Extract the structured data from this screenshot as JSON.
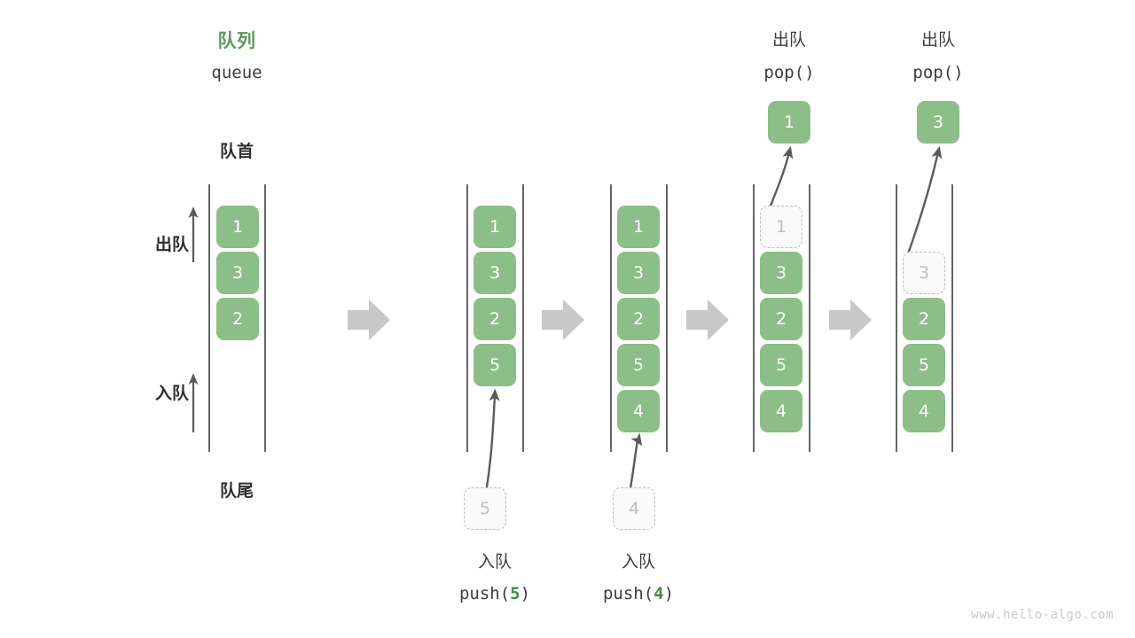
{
  "diagram": {
    "title_cn": "队列",
    "title_en": "queue",
    "front_label": "队首",
    "rear_label": "队尾",
    "dequeue_side_label": "出队",
    "enqueue_side_label": "入队",
    "watermark": "www.hello-algo.com",
    "colors": {
      "accent_green": "#8cbe87",
      "title_green": "#5a9b58",
      "arg_green": "#3f8f3d",
      "rail": "#4a4a4a",
      "ghost_border": "#bdbdbd",
      "ghost_fill": "#fafafa",
      "ghost_text": "#bdbdbd",
      "step_arrow": "#c8c8c8",
      "motion_arrow": "#5b5b5b",
      "text": "#3c3c3c",
      "watermark": "#c9c9c9"
    }
  },
  "columns": [
    {
      "id": "initial",
      "caption_cn": "",
      "caption_code": "",
      "cells": [
        {
          "value": "1",
          "state": "filled"
        },
        {
          "value": "3",
          "state": "filled"
        },
        {
          "value": "2",
          "state": "filled"
        }
      ],
      "floating_cell": null,
      "popped_cell": null
    },
    {
      "id": "push-5",
      "caption_cn": "入队",
      "caption_code": "push(5)",
      "caption_arg": "5",
      "cells": [
        {
          "value": "1",
          "state": "filled"
        },
        {
          "value": "3",
          "state": "filled"
        },
        {
          "value": "2",
          "state": "filled"
        },
        {
          "value": "5",
          "state": "filled"
        }
      ],
      "floating_cell": {
        "value": "5",
        "state": "ghost"
      },
      "popped_cell": null
    },
    {
      "id": "push-4",
      "caption_cn": "入队",
      "caption_code": "push(4)",
      "caption_arg": "4",
      "cells": [
        {
          "value": "1",
          "state": "filled"
        },
        {
          "value": "3",
          "state": "filled"
        },
        {
          "value": "2",
          "state": "filled"
        },
        {
          "value": "5",
          "state": "filled"
        },
        {
          "value": "4",
          "state": "filled"
        }
      ],
      "floating_cell": {
        "value": "4",
        "state": "ghost"
      },
      "popped_cell": null
    },
    {
      "id": "pop-1",
      "header_cn": "出队",
      "header_code": "pop()",
      "cells": [
        {
          "value": "1",
          "state": "ghost"
        },
        {
          "value": "3",
          "state": "filled"
        },
        {
          "value": "2",
          "state": "filled"
        },
        {
          "value": "5",
          "state": "filled"
        },
        {
          "value": "4",
          "state": "filled"
        }
      ],
      "floating_cell": null,
      "popped_cell": {
        "value": "1",
        "state": "filled"
      }
    },
    {
      "id": "pop-3",
      "header_cn": "出队",
      "header_code": "pop()",
      "cells": [
        {
          "value": "",
          "state": "empty"
        },
        {
          "value": "3",
          "state": "ghost"
        },
        {
          "value": "2",
          "state": "filled"
        },
        {
          "value": "5",
          "state": "filled"
        },
        {
          "value": "4",
          "state": "filled"
        }
      ],
      "floating_cell": null,
      "popped_cell": {
        "value": "3",
        "state": "filled"
      }
    }
  ]
}
